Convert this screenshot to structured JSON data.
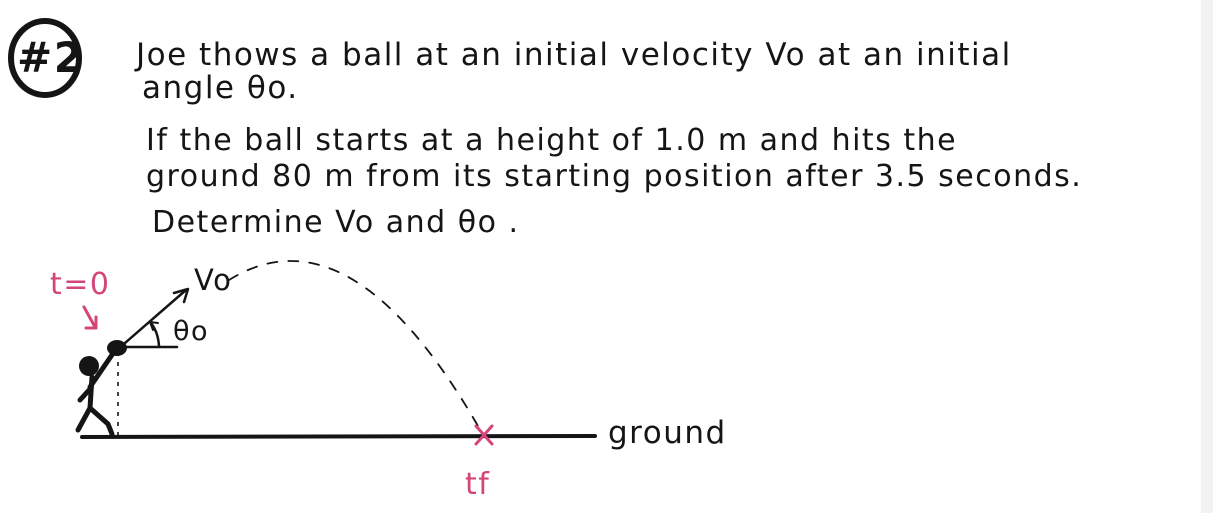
{
  "problem": {
    "number": "#2",
    "line1": "Joe thows a ball at an initial velocity Vo at an initial",
    "line2": "angle θo.",
    "line3": "If the ball starts at a height of 1.0 m and hits the",
    "line4": "ground 80 m from its starting position after 3.5 seconds.",
    "line5": "Determine Vo and θo ."
  },
  "diagram": {
    "start_time_label": "t=0",
    "velocity_label": "Vo",
    "angle_label": "θo",
    "ground_label": "ground",
    "final_time_label": "tf"
  },
  "colors": {
    "ink": "#151515",
    "accent": "#d4457a",
    "background": "#ffffff"
  }
}
